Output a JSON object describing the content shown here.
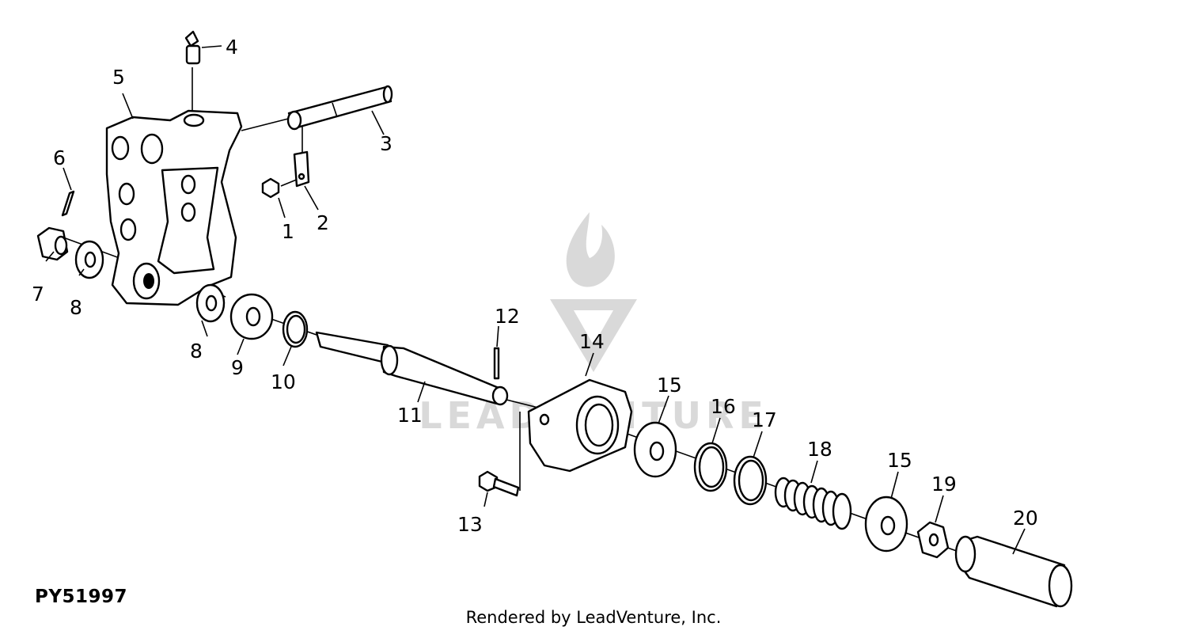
{
  "diagram": {
    "figure_code": "PY51997",
    "credit": "Rendered by LeadVenture, Inc.",
    "watermark": "LEADVENTURE",
    "callouts": [
      "1",
      "2",
      "3",
      "4",
      "5",
      "6",
      "7",
      "8",
      "8",
      "9",
      "10",
      "11",
      "12",
      "13",
      "14",
      "15",
      "15",
      "16",
      "17",
      "18",
      "19",
      "20"
    ]
  }
}
